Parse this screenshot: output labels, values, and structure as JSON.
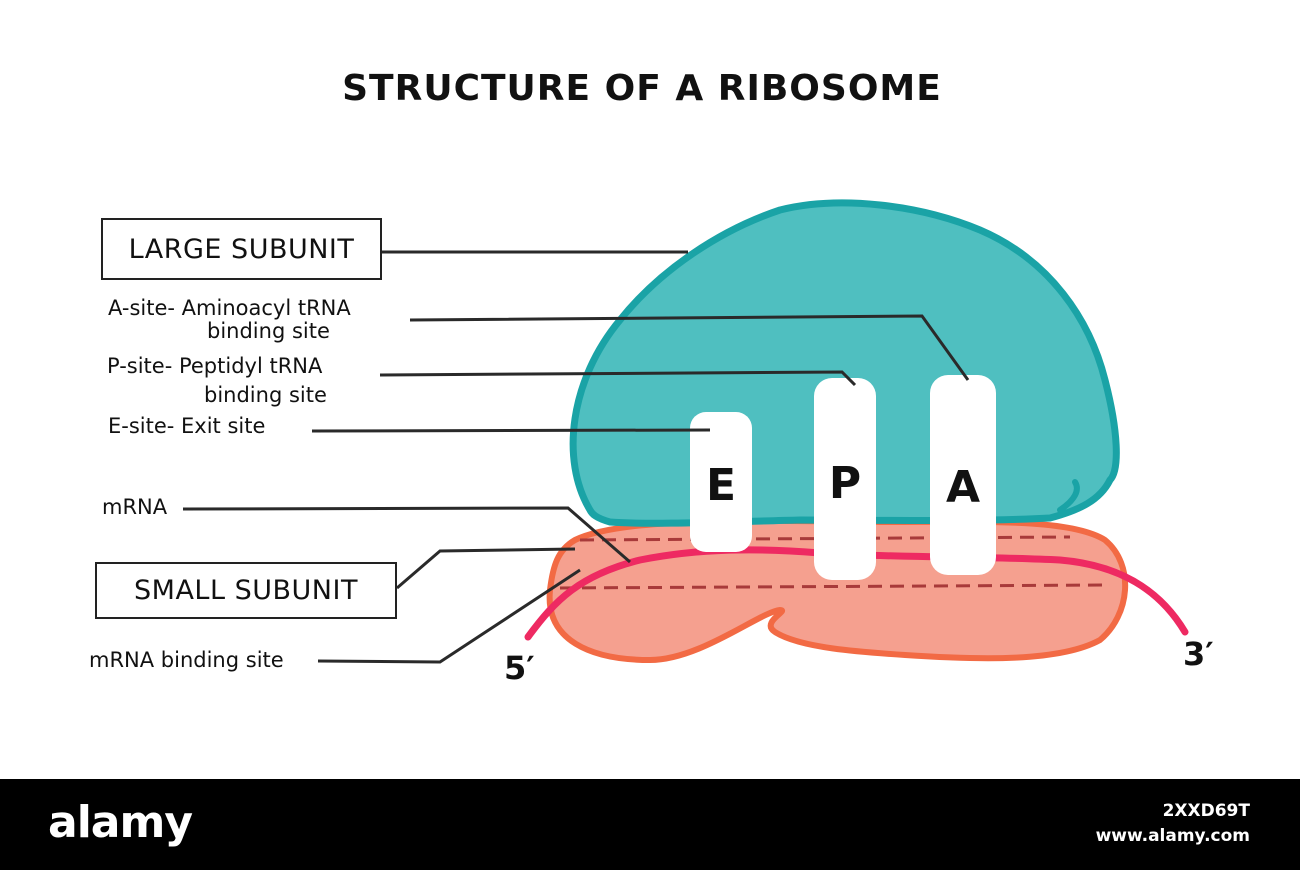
{
  "title": "STRUCTURE OF A RIBOSOME",
  "labels": {
    "large_subunit": "LARGE SUBUNIT",
    "a_site_line1": "A-site- Aminoacyl tRNA",
    "a_site_line2": "binding site",
    "p_site_line1": "P-site- Peptidyl tRNA",
    "p_site_line2": "binding site",
    "e_site": "E-site- Exit site",
    "mrna": "mRNA",
    "small_subunit": "SMALL SUBUNIT",
    "mrna_binding_site": "mRNA binding site"
  },
  "sites": {
    "e": "E",
    "p": "P",
    "a": "A"
  },
  "ends": {
    "five_prime": "5′",
    "three_prime": "3′"
  },
  "colors": {
    "large_subunit_fill": "#4fbfc0",
    "large_subunit_outline": "#1aa3a6",
    "small_subunit_fill": "#f5a08f",
    "small_subunit_outline": "#f26a44",
    "mrna": "#ee2a62",
    "binding_site_dashes": "#a83a3a",
    "trna_site": "#ffffff"
  },
  "footer": {
    "logo": "alamy",
    "image_id": "2XXD69T",
    "site": "www.alamy.com"
  }
}
